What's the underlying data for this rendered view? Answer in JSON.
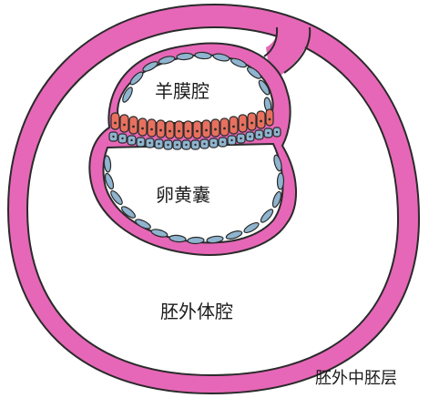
{
  "labels": {
    "amniotic_cavity": "羊膜腔",
    "yolk_sac": "卵黄囊",
    "extraembryonic_coelom": "胚外体腔",
    "extraembryonic_mesoderm": "胚外中胚层"
  },
  "colors": {
    "mesoderm_pink": "#e667b7",
    "outline": "#2a2a2a",
    "epiblast_red": "#e8705f",
    "hypoblast_blue": "#8fb4cf",
    "background": "#ffffff"
  }
}
